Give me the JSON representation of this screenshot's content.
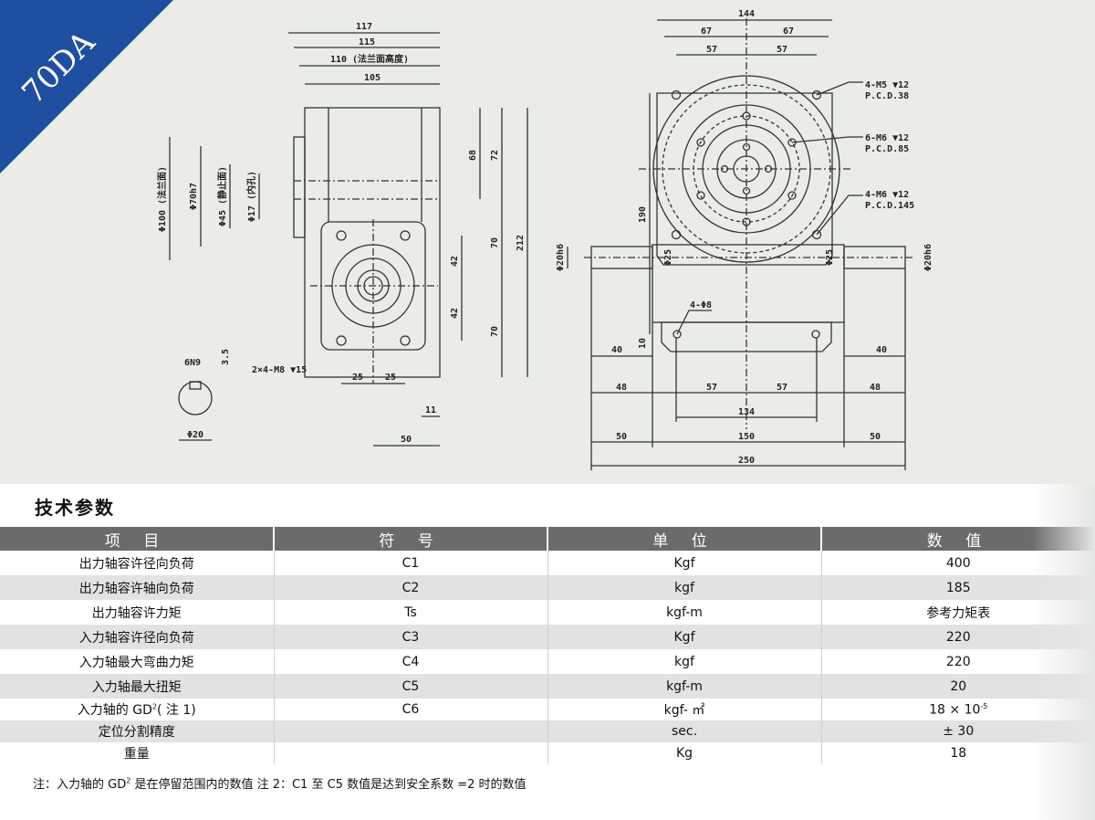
{
  "drawing": {
    "model_badge": "70DA",
    "side_view": {
      "top_dims": [
        "117",
        "115",
        "110 (法兰面高度)",
        "105"
      ],
      "left_dims": [
        "Φ100 (法兰面)",
        "Φ70h7",
        "Φ45 (静止面)",
        "Φ17 (内孔)"
      ],
      "right_dims": [
        "68",
        "72",
        "70",
        "212",
        "42",
        "42",
        "70"
      ],
      "bottom_dims": [
        "25",
        "25",
        "11",
        "50"
      ],
      "hole_note": "2×4-M8 ▼15",
      "keyway": [
        "6N9",
        "3.5",
        "Φ20"
      ]
    },
    "front_view": {
      "top_dims": [
        "144",
        "67",
        "67",
        "57",
        "57"
      ],
      "bolt_notes": [
        "4-M5 ▼12",
        "P.C.D.38",
        "6-M6 ▼12",
        "P.C.D.85",
        "4-M6 ▼12",
        "P.C.D.145"
      ],
      "side_dims": [
        "190",
        "Φ20h6",
        "Φ25",
        "Φ25",
        "Φ20h6",
        "4-Φ8",
        "10"
      ],
      "bottom_dims": [
        "40",
        "40",
        "48",
        "57",
        "57",
        "48",
        "134",
        "50",
        "150",
        "50",
        "250"
      ]
    }
  },
  "spec": {
    "title": "技术参数",
    "headers": [
      "项 目",
      "符 号",
      "单 位",
      "数 值"
    ],
    "rows": [
      {
        "item": "出力轴容许径向负荷",
        "symbol": "C1",
        "unit": "Kgf",
        "value": "400"
      },
      {
        "item": "出力轴容许轴向负荷",
        "symbol": "C2",
        "unit": "kgf",
        "value": "185"
      },
      {
        "item": "出力轴容许力矩",
        "symbol": "Ts",
        "unit": "kgf-m",
        "value": "参考力矩表"
      },
      {
        "item": "入力轴容许径向负荷",
        "symbol": "C3",
        "unit": "Kgf",
        "value": "220"
      },
      {
        "item": "入力轴最大弯曲力矩",
        "symbol": "C4",
        "unit": "kgf",
        "value": "220"
      },
      {
        "item": "入力轴最大扭矩",
        "symbol": "C5",
        "unit": "kgf-m",
        "value": "20"
      },
      {
        "item_prefix": "入力轴的 GD",
        "item_sup": "2",
        "item_suffix": "( 注 1)",
        "symbol": "C6",
        "unit": "kgf- ㎡",
        "value_prefix": "18 × 10",
        "value_sup": "-5"
      },
      {
        "item": "定位分割精度",
        "symbol": "",
        "unit": "sec.",
        "value": "± 30"
      },
      {
        "item": "重量",
        "symbol": "",
        "unit": "Kg",
        "value": "18"
      }
    ],
    "note_prefix": "注：入力轴的 GD",
    "note_sup": "2",
    "note_suffix": " 是在停留范围内的数值   注 2：C1 至 C5 数值是达到安全系数 =2 时的数值"
  },
  "colors": {
    "drawing_bg": "#e9ede6",
    "badge_blue": "#1f4fa0",
    "header_gray": "#6b6b6b",
    "stripe_gray": "#e2e2e2",
    "line": "#333333"
  }
}
